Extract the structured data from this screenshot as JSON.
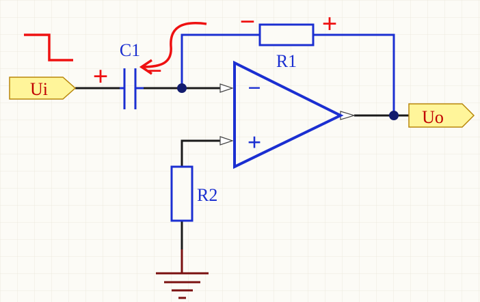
{
  "colors": {
    "background": "#fcfbf6",
    "grid": "#ece9dd",
    "wire": "#1a1a1a",
    "component": "#1b2fd1",
    "polarity": "#ee1111",
    "port_fill": "#fff59a",
    "port_stroke": "#b8860b",
    "port_text": "#c00000",
    "ground": "#7a1010"
  },
  "ports": {
    "input": {
      "label": "Ui"
    },
    "output": {
      "label": "Uo"
    }
  },
  "components": {
    "capacitor": {
      "label": "C1"
    },
    "feedback_resistor": {
      "label": "R1"
    },
    "ground_resistor": {
      "label": "R2"
    },
    "opamp": {
      "inverting_symbol": "−",
      "noninverting_symbol": "+"
    }
  },
  "polarity_marks": {
    "cap_left": "+",
    "cap_right": "−",
    "r1_left": "−",
    "r1_right": "+"
  }
}
